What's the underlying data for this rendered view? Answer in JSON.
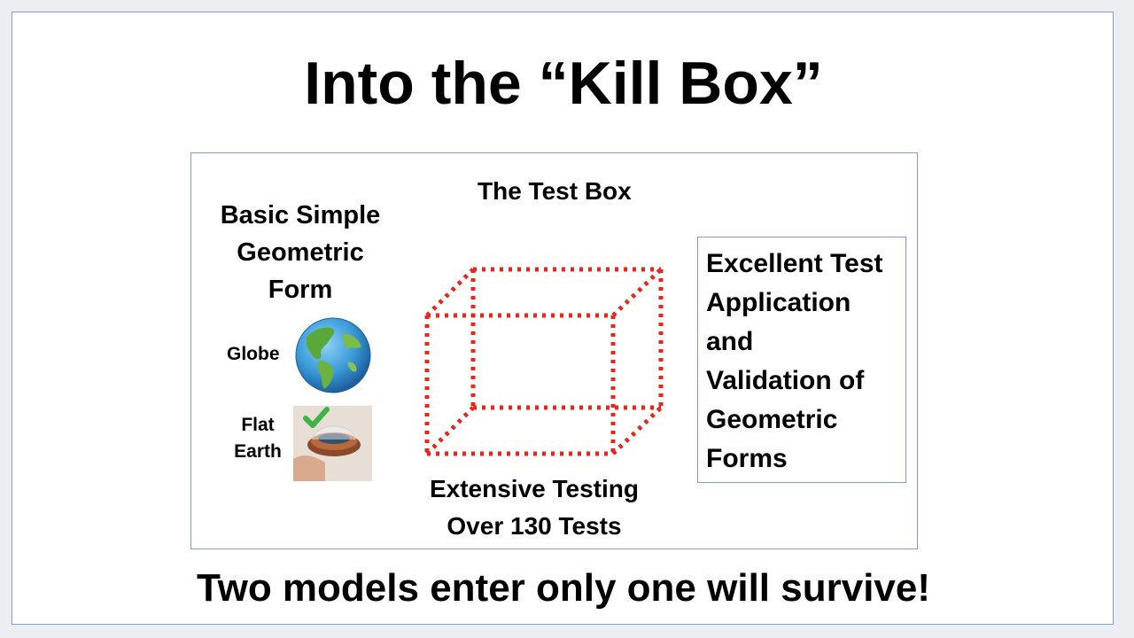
{
  "slide": {
    "title": "Into the “Kill Box”",
    "bottom_text": "Two models enter only one will survive!",
    "colors": {
      "border": "#7f9fcf",
      "box_dots": "#e8261c",
      "checkmark": "#3fb24a",
      "text": "#000000",
      "background": "#ffffff"
    }
  },
  "diagram": {
    "test_box_title": "The Test Box",
    "left_heading_lines": [
      "Basic Simple",
      "Geometric",
      "Form"
    ],
    "models": [
      {
        "label": "Globe",
        "icon": "globe-icon"
      },
      {
        "label_lines": [
          "Flat",
          "Earth"
        ],
        "icon": "flat-earth-dome-icon",
        "badge": "checkmark-icon"
      }
    ],
    "caption_lines": [
      "Extensive Testing",
      "Over 130 Tests"
    ],
    "right_box_lines": [
      "Excellent Test",
      "Application",
      "and",
      "Validation of",
      "Geometric",
      "Forms"
    ]
  }
}
